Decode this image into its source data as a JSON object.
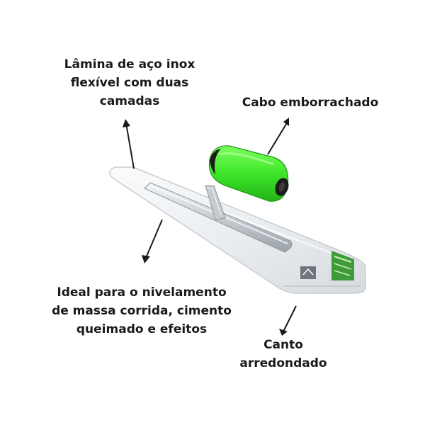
{
  "labels": {
    "blade": [
      "Lâmina de aço inox",
      "flexível com duas",
      "camadas"
    ],
    "handle": [
      "Cabo emborrachado"
    ],
    "ideal": [
      "Ideal para o nivelamento",
      "de massa corrida, cimento",
      "queimado e efeitos"
    ],
    "corner": [
      "Canto",
      "arredondado"
    ]
  },
  "colors": {
    "handle_green": "#3ee62a",
    "handle_dark": "#1c1c1c",
    "blade": "#eef0f3",
    "text": "#1a1a1a",
    "sticker": "#2e8b2e"
  },
  "icons": [
    "arrow-up",
    "arrow-down",
    "trowel-image"
  ]
}
